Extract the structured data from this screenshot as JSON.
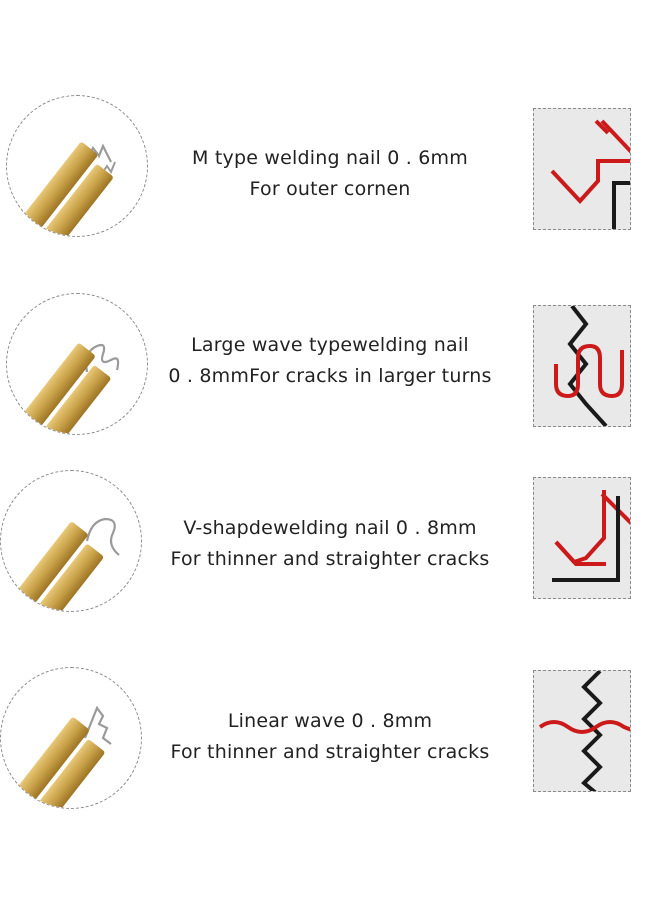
{
  "colors": {
    "brass": "#c9a24a",
    "brass_dark": "#a67c2a",
    "wire": "#9a9a9a",
    "red_line": "#cc1a1a",
    "black_line": "#1a1a1a",
    "diagram_bg": "#e9e9e9"
  },
  "items": [
    {
      "line1": "M type welding nail 0 . 6mm",
      "line2": "For outer cornen",
      "icon": "m-type-nail-icon",
      "diagram": "outer-corner-diagram-icon"
    },
    {
      "line1": "Large wave typewelding nail",
      "line2": "0 . 8mmFor cracks in larger turns",
      "icon": "large-wave-nail-icon",
      "diagram": "large-turn-crack-diagram-icon"
    },
    {
      "line1": "V-shapdewelding nail 0 . 8mm",
      "line2": "For thinner and straighter cracks",
      "icon": "v-shape-nail-icon",
      "diagram": "inner-corner-diagram-icon"
    },
    {
      "line1": "Linear wave 0 . 8mm",
      "line2": "For thinner and straighter cracks",
      "icon": "linear-wave-nail-icon",
      "diagram": "straight-crack-diagram-icon"
    }
  ]
}
